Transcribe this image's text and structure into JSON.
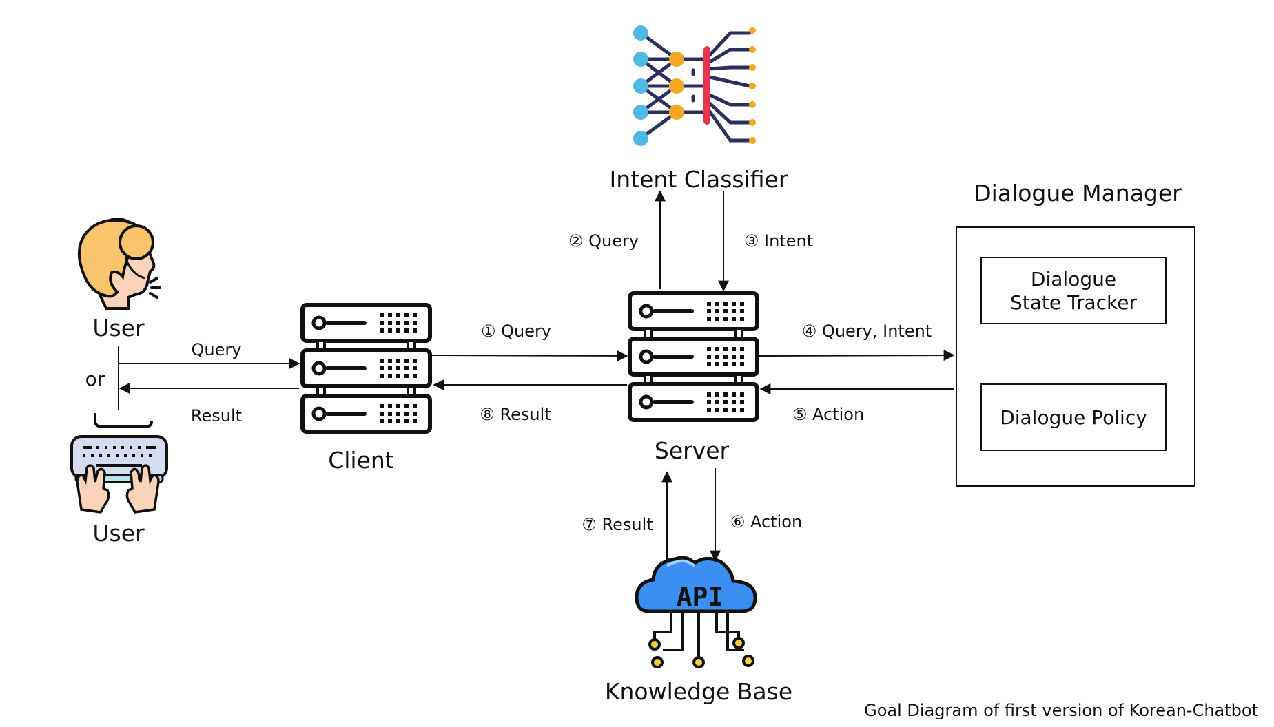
{
  "nodes": {
    "user_speaker": "User",
    "or": "or",
    "user_keyboard": "User",
    "client": "Client",
    "server": "Server",
    "intent_classifier": "Intent Classifier",
    "dialogue_manager": "Dialogue Manager",
    "state_tracker_line1": "Dialogue",
    "state_tracker_line2": "State Tracker",
    "dialogue_policy": "Dialogue Policy",
    "knowledge_base": "Knowledge Base",
    "api_icon_text": "API"
  },
  "edges": {
    "user_query": "Query",
    "user_result": "Result",
    "step1": "① Query",
    "step2": "② Query",
    "step3": "③ Intent",
    "step4": "④ Query, Intent",
    "step5": "⑤ Action",
    "step6": "⑥ Action",
    "step7": "⑦ Result",
    "step8": "⑧ Result"
  },
  "caption": "Goal Diagram of first version of Korean-Chatbot",
  "colors": {
    "node_blue": "#4fb8e3",
    "node_orange": "#f5a623",
    "classifier_bar": "#e8344d",
    "wire": "#2b2f5e",
    "cloud": "#3a8ff0",
    "skin": "#fbd3b9",
    "hair": "#f9c46b",
    "keyboard": "#d6dcef"
  }
}
